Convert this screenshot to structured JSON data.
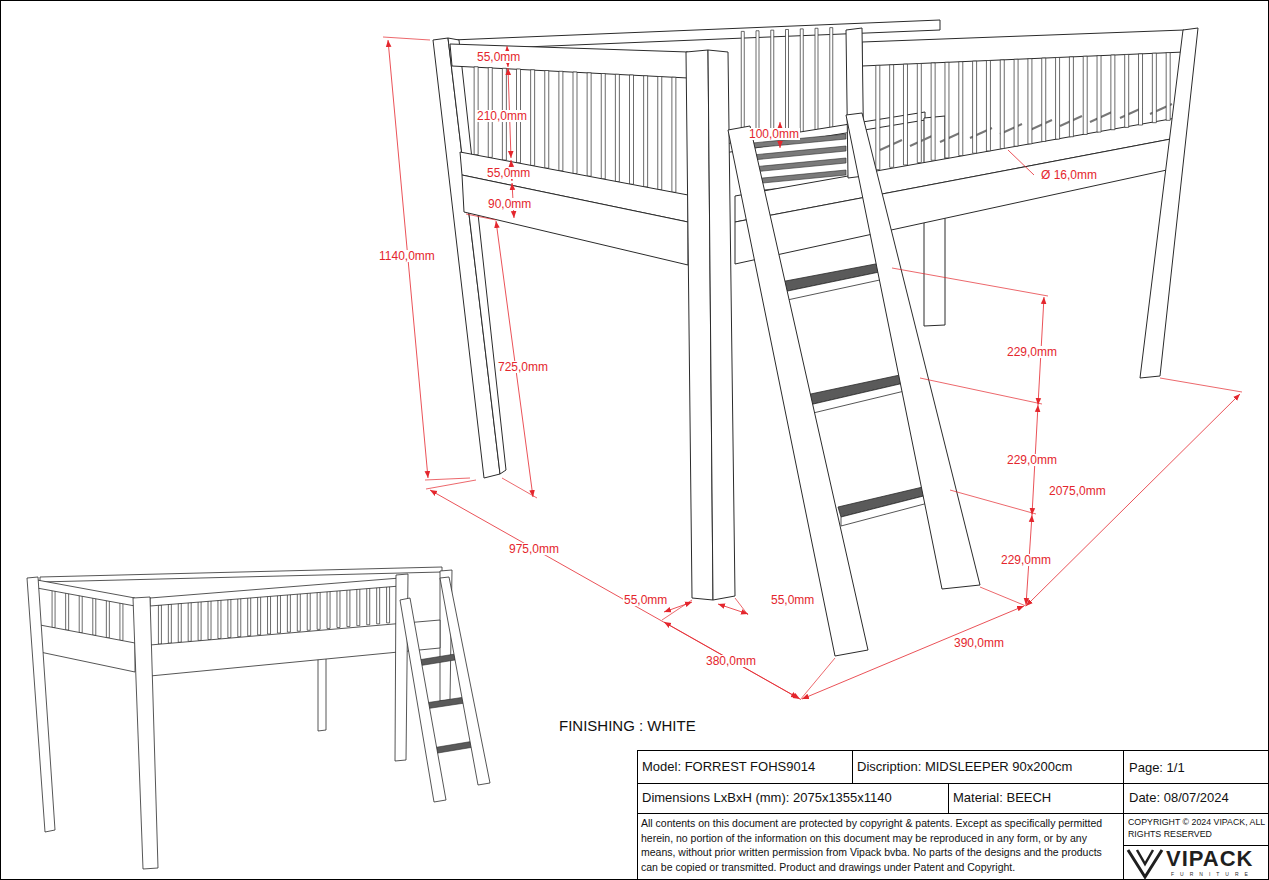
{
  "diagram": {
    "labels": [
      "55,0mm",
      "210,0mm",
      "100,0mm",
      "55,0mm",
      "Ø 16,0mm",
      "90,0mm",
      "1140,0mm",
      "229,0mm",
      "725,0mm",
      "229,0mm",
      "2075,0mm",
      "975,0mm",
      "229,0mm",
      "55,0mm",
      "55,0mm",
      "390,0mm",
      "380,0mm",
      "FINISHING : WHITE",
      "Model: FORREST FOHS9014",
      "Discription: MIDSLEEPER 90x200cm",
      "Page: 1/1",
      "Dimensions LxBxH (mm): 2075x1355x1140",
      "Material: BEECH",
      "Date: 08/07/2024",
      "All contents on this document are protected by copyright & patents. Except as specifically permitted herein, no portion of the information on this document may be reproduced in any form, or by any means, without prior written permission from Vipack bvba. No parts of the designs and the products can be copied or transmitted. Product and drawings under Patent and Copyright.",
      "COPYRIGHT © 2024 VIPACK, ALL RIGHTS RESERVED",
      "VIPACK",
      "FURNITURE"
    ]
  }
}
